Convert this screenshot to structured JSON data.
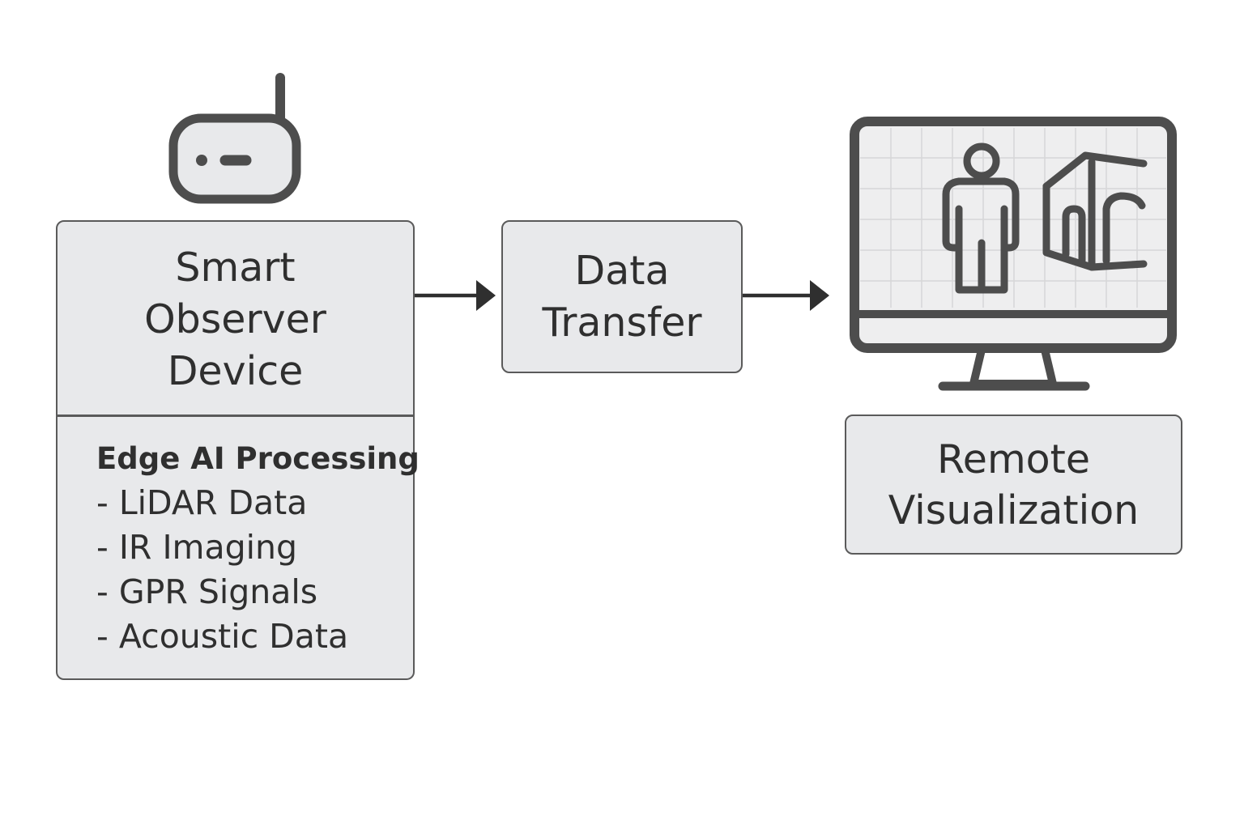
{
  "nodes": {
    "device": {
      "title_lines": [
        "Smart",
        "Observer",
        "Device"
      ],
      "processing_heading": "Edge AI Processing",
      "processing_items": [
        "- LiDAR Data",
        "- IR Imaging",
        "- GPR Signals",
        "- Acoustic Data"
      ]
    },
    "transfer": {
      "title_lines": [
        "Data",
        "Transfer"
      ]
    },
    "remote": {
      "title_lines": [
        "Remote",
        "Visualization"
      ]
    }
  },
  "edges": [
    {
      "from": "device",
      "to": "transfer"
    },
    {
      "from": "transfer",
      "to": "remote"
    }
  ],
  "icons": {
    "device": "router-antenna-icon",
    "remote": "monitor-person-building-icon"
  },
  "colors": {
    "box_fill": "#e8e9eb",
    "stroke": "#4d4d4d",
    "text": "#2f2f2f",
    "screen_fill": "#eeeeef",
    "grid": "#d6d6d8"
  }
}
